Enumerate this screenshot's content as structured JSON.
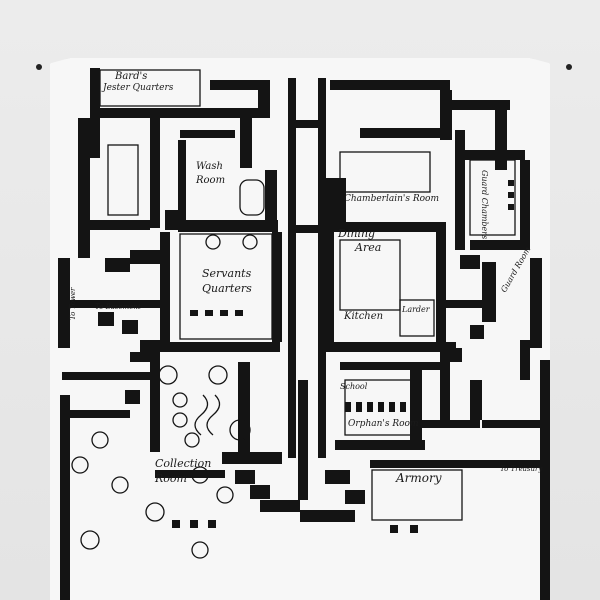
{
  "rooms": {
    "bards": "Bard's",
    "jester": "Jester Quarters",
    "wash": "Wash",
    "wash2": "Room",
    "servants": "Servants",
    "servants2": "Quarters",
    "dining": "Dining",
    "dining2": "Area",
    "kitchen": "Kitchen",
    "larder": "Larder",
    "chamberlains": "Chamberlain's Room",
    "school": "School",
    "orphans": "Orphan's Room",
    "collection": "Collection",
    "collection2": "Room",
    "armory": "Armory",
    "basement": "To Basement",
    "tower": "To Tower",
    "guards": "Guard Chambers",
    "guard2": "Guard Room",
    "treasury": "To Treasury"
  },
  "colors": {
    "ink": "#141414",
    "cloth": "#f7f7f7",
    "wall": "#e9e9e9"
  }
}
